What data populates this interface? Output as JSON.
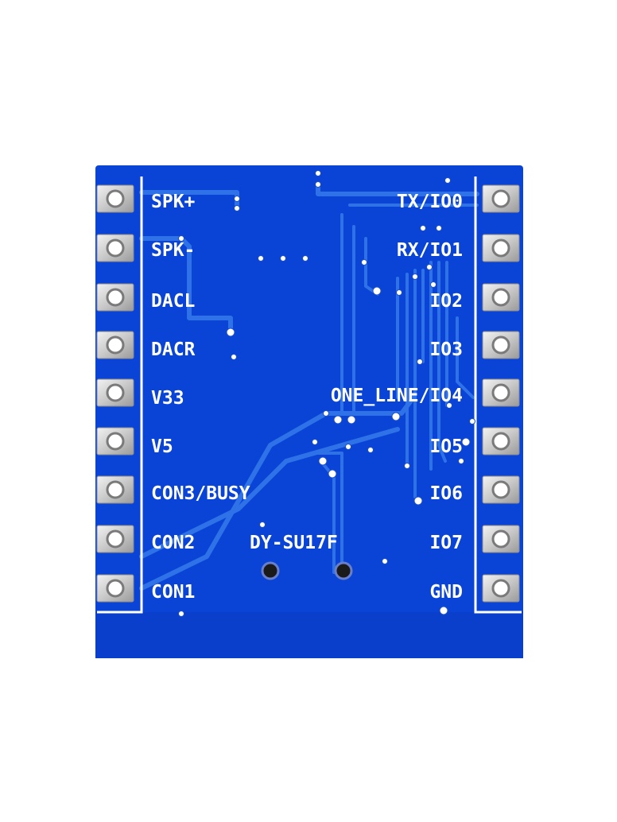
{
  "module": {
    "name": "DY-SU17F",
    "left_pins": [
      "SPK+",
      "SPK-",
      "DACL",
      "DACR",
      "V33",
      "V5",
      "CON3/BUSY",
      "CON2",
      "CON1"
    ],
    "right_pins": [
      "TX/IO0",
      "RX/IO1",
      "IO2",
      "IO3",
      "ONE_LINE/IO4",
      "IO5",
      "IO6",
      "IO7",
      "GND"
    ]
  },
  "colors": {
    "background": "#ffffff",
    "pcb": "#0a44d6",
    "trace": "#2f72e8",
    "silkscreen": "#ffffff",
    "pad": "#d9d9d9"
  }
}
